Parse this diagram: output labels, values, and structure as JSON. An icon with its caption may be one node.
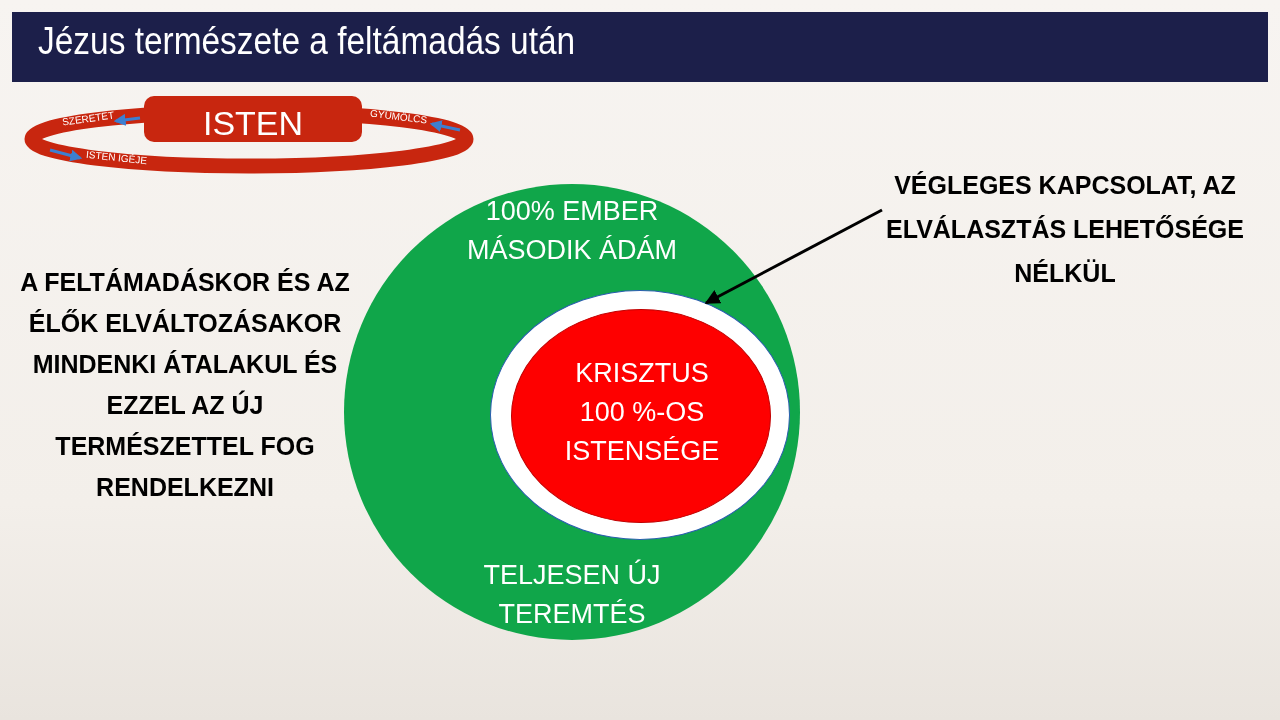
{
  "diagram": {
    "title": "Jézus természete a feltámadás után",
    "nodes": [
      {
        "text": [
          "ISTEN"
        ]
      },
      {
        "text": [
          "100% EMBER MÁSODIK ÁDÁM",
          "TELJESEN ÚJ TEREMTÉS"
        ]
      },
      {
        "text": [],
        "shape": "circle",
        "in": 1
      },
      {
        "text": [
          "KRISZTUS 100 %-OS ISTENSÉGE"
        ],
        "in": 2
      },
      {
        "text": [
          "VÉGLEGES KAPCSOLAT, AZ ELVÁLASZTÁS LEHETŐSÉGE NÉLKÜL"
        ]
      }
    ],
    "edges": [
      {
        "from": 4,
        "to": 2,
        "arrow": "to"
      }
    ],
    "labels": [
      "SZERETET",
      "GYÜMÖLCS",
      "ISTEN IGÉJE",
      "A FELTÁMADÁSKOR ÉS AZ ÉLŐK ELVÁLTOZÁSAKOR MINDENKI ÁTALAKUL ÉS EZZEL AZ ÚJ TERMÉSZETTEL FOG RENDELKEZNI"
    ]
  }
}
